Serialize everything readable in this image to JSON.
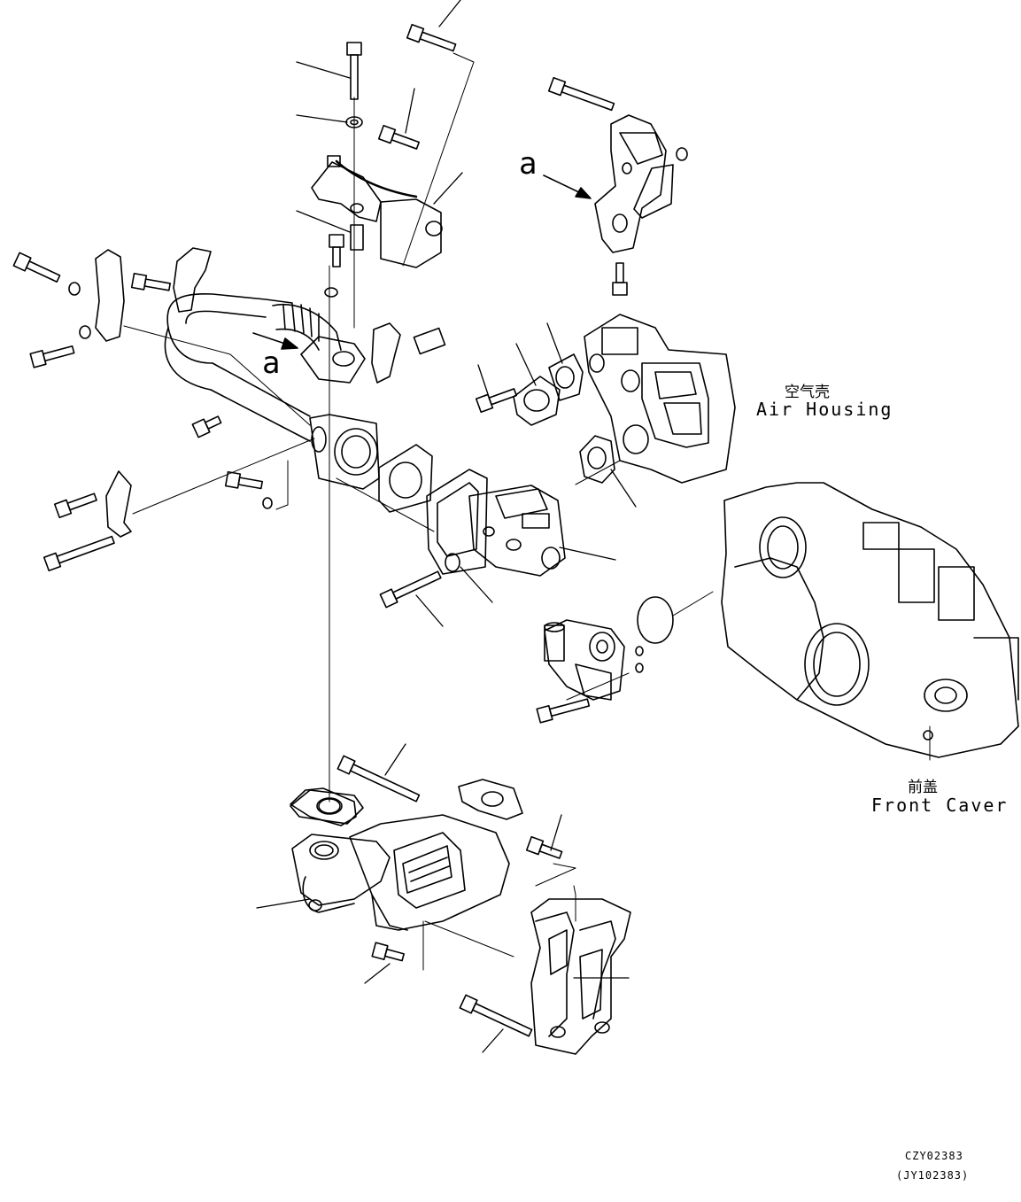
{
  "callouts": {
    "view_letter": "a"
  },
  "labels": {
    "air_housing_cn": "空气壳",
    "air_housing_en": "Air Housing",
    "front_cover_cn": "前盖",
    "front_cover_en": "Front Caver"
  },
  "drawing_numbers": {
    "primary": "CZY02383",
    "secondary": "(JY102383)"
  }
}
